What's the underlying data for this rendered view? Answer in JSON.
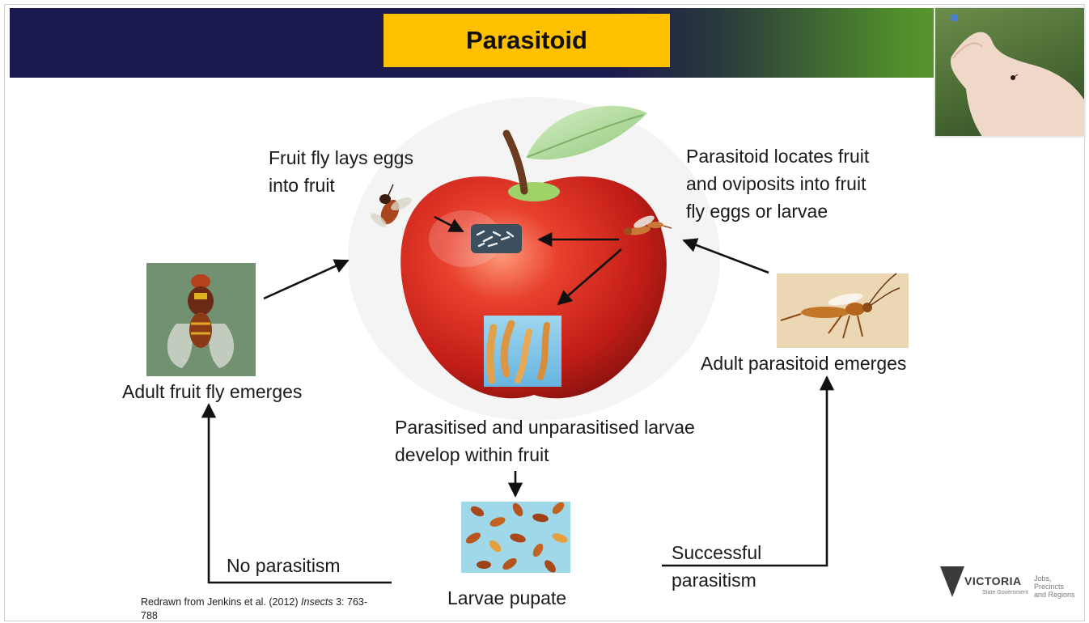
{
  "title": "Parasitoid",
  "labels": {
    "fly_lays_eggs": [
      "Fruit fly lays eggs",
      "into fruit"
    ],
    "parasitoid_locates": [
      "Parasitoid locates fruit",
      "and oviposits into fruit",
      "fly eggs or larvae"
    ],
    "adult_fly_emerges": "Adult fruit fly emerges",
    "adult_parasitoid_emerges": "Adult parasitoid emerges",
    "larvae_develop": [
      "Parasitised and unparasitised larvae",
      "develop within fruit"
    ],
    "larvae_pupate": "Larvae pupate",
    "no_parasitism": "No parasitism",
    "successful_parasitism": [
      "Successful",
      "parasitism"
    ]
  },
  "citation": {
    "prefix": "Redrawn from Jenkins et al. (2012) ",
    "journal": "Insects",
    "suffix": " 3: 763-",
    "line2": "788"
  },
  "logo": {
    "name": "VICTORIA",
    "sub": "State Government",
    "dept": [
      "Jobs,",
      "Precincts",
      "and Regions"
    ]
  },
  "colors": {
    "header_navy": "#1b1a4e",
    "header_green": "#73c12d",
    "title_yellow": "#ffc000",
    "apple_red": "#d8281f"
  }
}
